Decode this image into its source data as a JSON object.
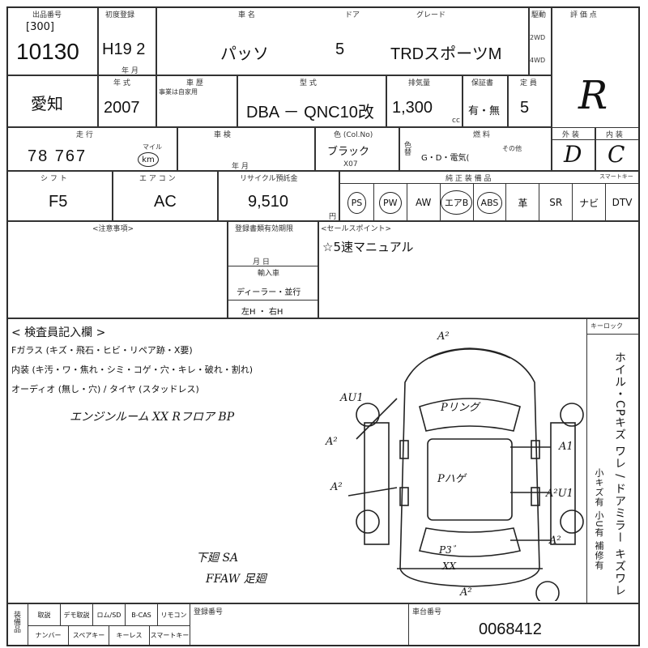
{
  "top_mark": "[300]",
  "header": {
    "lot_label": "出品番号",
    "lot_number": "10130",
    "first_reg_label": "初度登録",
    "first_reg": "H19 2",
    "year_month": "年 月",
    "name_label": "車 名",
    "car_name": "パッソ",
    "door_label": "ドア",
    "doors": "5",
    "grade_label": "グレード",
    "grade": "TRDスポーツM",
    "drive_label": "駆動",
    "drive_2wd": "2WD",
    "drive_4wd": "4WD",
    "score_label": "評 価 点",
    "score": "R"
  },
  "row2": {
    "region": "愛知",
    "model_year_label": "年 式",
    "model_year": "2007",
    "inspection_label": "車 歴",
    "inspection_note": "事業は自家用",
    "type_label": "型 式",
    "model_code": "DBA － QNC10改",
    "displacement_label": "排気量",
    "displacement": "1,300",
    "cc": "cc",
    "warranty_label": "保証書",
    "warranty": "有・無",
    "capacity_label": "定 員",
    "capacity": "5"
  },
  "row3": {
    "mileage_label": "走 行",
    "mileage": "78 767",
    "mileage_unit_top": "マイル",
    "mileage_unit": "km",
    "shaken_label": "車 検",
    "shaken_ym": "年 月",
    "color_label": "色 (Col.No)",
    "color": "ブラック",
    "color_code": "X07",
    "color_change": "色替",
    "fuel_label": "燃 料",
    "fuel": "G・D・電気(",
    "fuel_other": "その他",
    "ext_label": "外 装",
    "ext_grade": "D",
    "int_label": "内 装",
    "int_grade": "C"
  },
  "row4": {
    "shift_label": "シ フ ト",
    "shift": "F5",
    "ac_label": "エ ア コ ン",
    "ac": "AC",
    "recycle_label": "リサイクル預託金",
    "recycle": "9,510",
    "yen": "円",
    "equip_label": "純 正 装 備 品",
    "equipment": [
      "PS",
      "PW",
      "AW",
      "エアB",
      "ABS",
      "革",
      "SR",
      "ナビ",
      "DTV"
    ],
    "smart_label": "スマートキー"
  },
  "notes": {
    "caution_label": "<注意事項>",
    "expiry_label": "登録書類有効期限",
    "ym": "月 日",
    "import_label": "輸入車",
    "import_type": "ディーラー・並行",
    "handle": "左H ・ 右H",
    "sales_label": "<セールスポイント>",
    "sales_point": "☆5速マニュアル"
  },
  "inspector": {
    "title": "< 検査員記入欄 >",
    "glass": "Fガラス (キズ・飛石・ヒビ・リペア跡・X要)",
    "interior": "内装 (キ汚・ワ・焦れ・シミ・コゲ・穴・キレ・破れ・割れ)",
    "audio": "オーディオ (無し・穴) / タイヤ (スタッドレス)",
    "hand_note1": "エンジンルーム XX  Rフロア BP",
    "hand_note2": "下廻 SA",
    "hand_note3": "FFAW 足廻",
    "side_text": "ホイル・CPキズ ワレ / ドアミラー キズワレ",
    "side_small": "小キズ有 小U有 補修有",
    "keylock": "キーロック"
  },
  "diagram_marks": {
    "a2_top": "A²",
    "au1": "AU1",
    "pring": "Pリング",
    "a2_left": "A²",
    "a1_right": "A1",
    "phaze": "Pハゲ",
    "a2_leftlow": "A²",
    "a2u1": "A²U1",
    "a2_rightlow": "A²",
    "p3": "P3ﾞ",
    "xx": "XX",
    "a2_bottom": "A²"
  },
  "footer": {
    "label_a": "装備品",
    "row1": [
      "取説",
      "デモ取説",
      "ロム/SD",
      "B-CAS",
      "リモコン"
    ],
    "row2": [
      "ナンバー",
      "スペアキー",
      "キーレス",
      "スマートキー"
    ],
    "reg_label": "登録番号",
    "chassis_label": "車台番号",
    "chassis": "0068412"
  }
}
